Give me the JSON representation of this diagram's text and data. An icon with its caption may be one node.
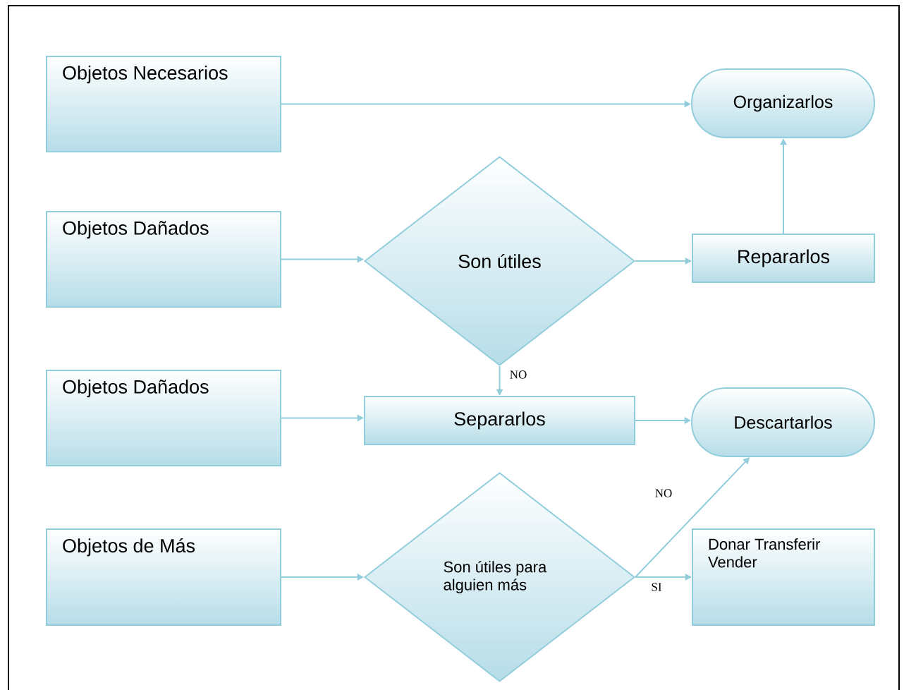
{
  "diagram": {
    "nodes": [
      {
        "text": [
          "Objetos Necesarios"
        ]
      },
      {
        "text": [
          "Organizarlos"
        ]
      },
      {
        "text": [
          "Objetos Dañados"
        ]
      },
      {
        "text": [
          "Son útiles"
        ]
      },
      {
        "text": [
          "Repararlos"
        ]
      },
      {
        "text": [
          "Objetos Dañados"
        ]
      },
      {
        "text": [
          "Separarlos"
        ]
      },
      {
        "text": [
          "Descartarlos"
        ]
      },
      {
        "text": [
          "Objetos de Más"
        ]
      },
      {
        "text": [
          "Son útiles para alguien más"
        ]
      },
      {
        "text": [
          "Donar Transferir Vender"
        ]
      }
    ],
    "edges": [
      {
        "from": 0,
        "to": 1,
        "arrow": "to"
      },
      {
        "from": 2,
        "to": 3,
        "arrow": "to"
      },
      {
        "from": 3,
        "to": 4,
        "arrow": "to"
      },
      {
        "from": 4,
        "to": 1,
        "arrow": "to"
      },
      {
        "from": 3,
        "to": 6,
        "arrow": "to",
        "label": "NO"
      },
      {
        "from": 5,
        "to": 6,
        "arrow": "to"
      },
      {
        "from": 6,
        "to": 7,
        "arrow": "to"
      },
      {
        "from": 8,
        "to": 9,
        "arrow": "to"
      },
      {
        "from": 9,
        "to": 7,
        "arrow": "to",
        "label": "NO"
      },
      {
        "from": 9,
        "to": 10,
        "arrow": "to",
        "label": "SI"
      }
    ]
  }
}
